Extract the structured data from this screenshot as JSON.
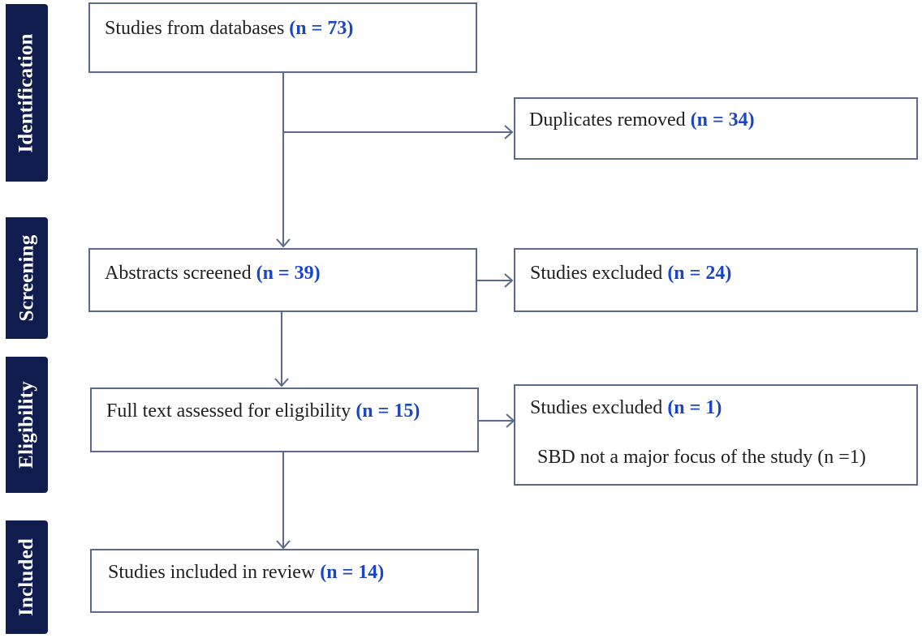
{
  "stages": {
    "identification": "Identification",
    "screening": "Screening",
    "eligibility": "Eligibility",
    "included": "Included"
  },
  "boxes": {
    "databases": {
      "text": "Studies from databases",
      "count": "(n = 73)"
    },
    "duplicates": {
      "text": "Duplicates removed",
      "count": "(n = 34)"
    },
    "abstracts": {
      "text": "Abstracts screened",
      "count": "(n = 39)"
    },
    "excluded_screening": {
      "text": "Studies excluded",
      "count": "(n = 24)"
    },
    "fulltext": {
      "text": "Full text assessed for eligibility",
      "count": "(n = 15)"
    },
    "excluded_eligibility": {
      "text": "Studies excluded",
      "count": "(n = 1)",
      "reason": "SBD not a major focus of the study (n =1)"
    },
    "included": {
      "text": "Studies included in review",
      "count": "(n = 14)"
    }
  },
  "colors": {
    "stage_tab": "#0f1c4d",
    "border": "#5b6a8c",
    "count": "#1a46c2"
  }
}
